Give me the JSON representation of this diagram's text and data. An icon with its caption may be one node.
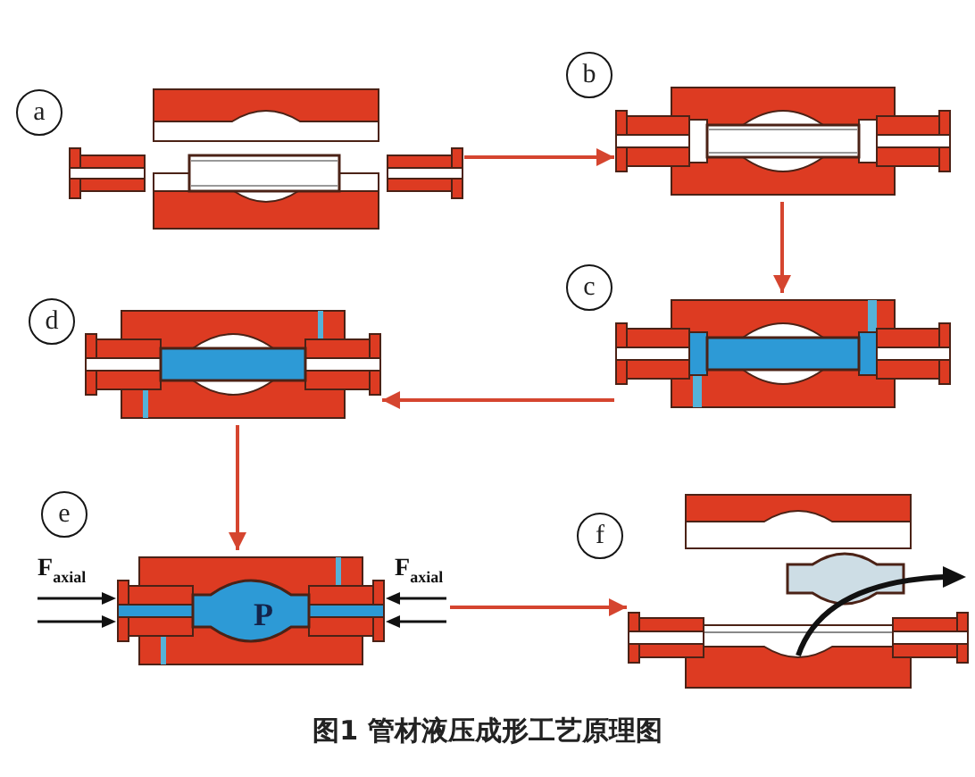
{
  "diagram": {
    "caption": "图1 管材液压成形工艺原理图",
    "nodes": [
      {
        "text": [
          "a"
        ]
      },
      {
        "text": [],
        "shape": "picture"
      },
      {
        "text": [
          "b"
        ]
      },
      {
        "text": [],
        "shape": "picture"
      },
      {
        "text": [
          "d"
        ]
      },
      {
        "text": [],
        "shape": "picture"
      },
      {
        "text": [
          "c"
        ]
      },
      {
        "text": [],
        "shape": "picture"
      },
      {
        "text": [
          "e"
        ]
      },
      {
        "text": [],
        "shape": "picture"
      },
      {
        "text": [
          "f"
        ]
      },
      {
        "text": [],
        "shape": "picture"
      }
    ],
    "edges": [
      {
        "from": 1,
        "to": 3,
        "arrow": "to"
      },
      {
        "from": 3,
        "to": 7,
        "arrow": "to"
      },
      {
        "from": 7,
        "to": 5,
        "arrow": "to"
      },
      {
        "from": 5,
        "to": 9,
        "arrow": "to"
      },
      {
        "from": 9,
        "to": 11,
        "arrow": "to"
      }
    ],
    "labels": [
      "F$_{axial}$",
      "F$_{axial}$",
      "P"
    ]
  }
}
